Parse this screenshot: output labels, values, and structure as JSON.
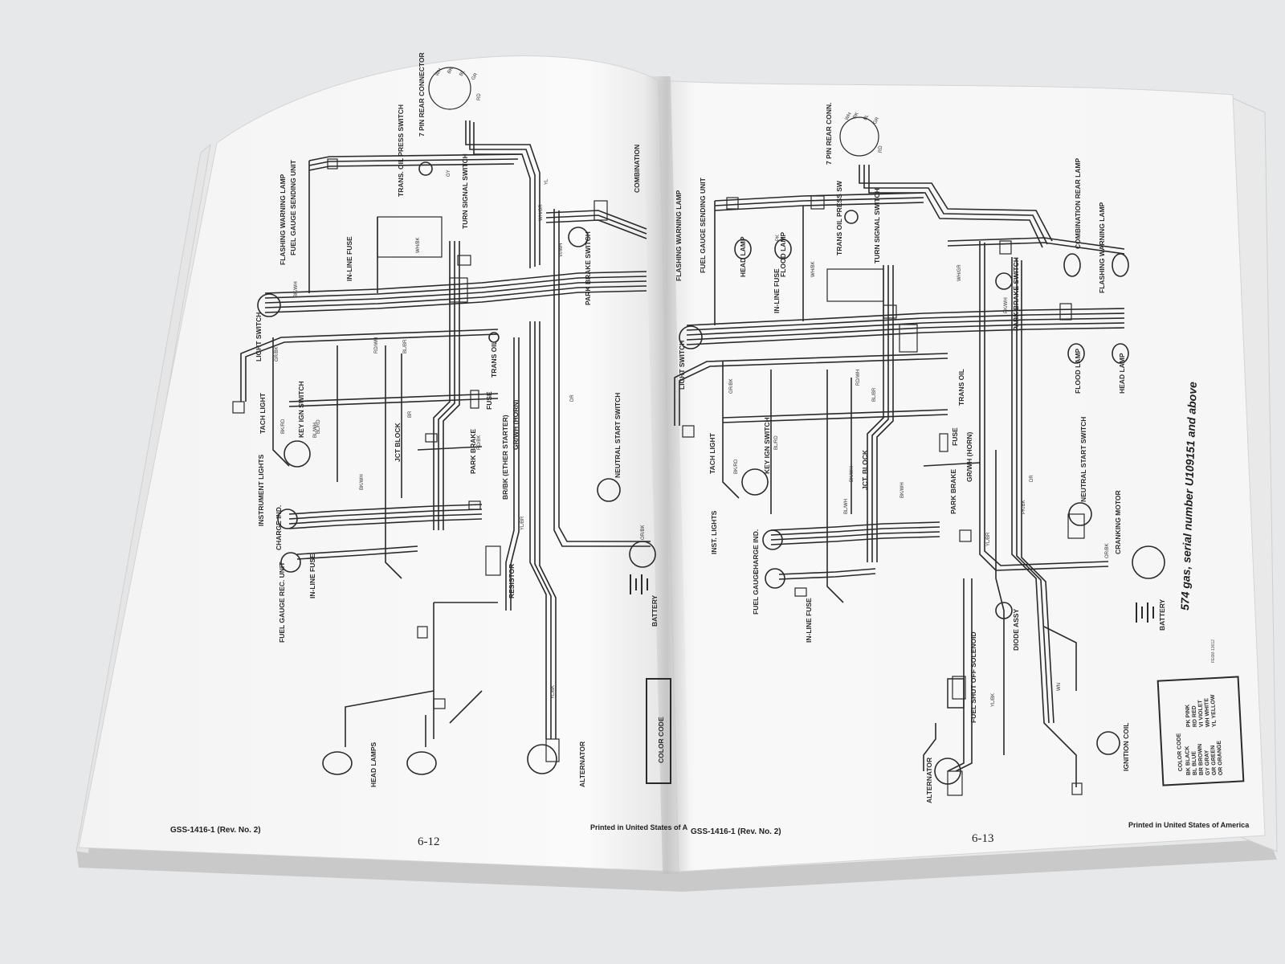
{
  "left_page": {
    "doc_code": "GSS-1416-1 (Rev. No. 2)",
    "page_number": "6-12",
    "printed": "Printed in United States of A",
    "labels": {
      "connector": "7 PIN REAR CONNECTOR",
      "flashing_lamp": "FLASHING WARNING LAMP",
      "fuel_sending": "FUEL GAUGE SENDING UNIT",
      "trans_oil_sw": "TRANS. OIL PRESS SWITCH",
      "turn_signal": "TURN SIGNAL SWITCH",
      "inline_fuse_top": "IN-LINE FUSE",
      "combination": "COMBINATION",
      "park_brake_sw": "PARK BRAKE SWITCH",
      "light_switch": "LIGHT SWITCH",
      "trans_oil": "TRANS OIL",
      "tach_light": "TACH LIGHT",
      "key_ign": "KEY IGN SWITCH",
      "jct_block": "JCT BLOCK",
      "fuse": "FUSE",
      "horn": "GR/WH (HORN)",
      "ether": "BR/BK (ETHER STARTER)",
      "park_brake": "PARK BRAKE",
      "instrument_lights": "INSTRUMENT LIGHTS",
      "charge_ind": "CHARGE IND.",
      "neutral_start": "NEUTRAL START SWITCH",
      "resistor": "RESISTOR",
      "fuel_gauge_rec": "FUEL GAUGE REC. UNIT",
      "inline_fuse": "IN-LINE FUSE",
      "battery": "BATTERY",
      "head_lamps": "HEAD LAMPS",
      "alternator": "ALTERNATOR",
      "color_code": "COLOR CODE"
    },
    "wire_codes": [
      "WH",
      "BK",
      "BL",
      "GR",
      "RD",
      "YL",
      "GY",
      "BK/WH",
      "WH/GR",
      "WH/BK",
      "VI/WH",
      "BL/WH",
      "YL/BR",
      "BK/RD",
      "GR/BK",
      "RD/WH",
      "BL/BR",
      "BL/RD",
      "BK/WH",
      "RD/BK",
      "YL/BK",
      "OR/BK",
      "BR",
      "DR"
    ]
  },
  "right_page": {
    "doc_code": "GSS-1416-1 (Rev. No. 2)",
    "page_number": "6-13",
    "printed": "Printed in United States of America",
    "caption": "574 gas, serial number U109151 and above",
    "figure_code": "FE6M-13612",
    "labels": {
      "connector": "7 PIN REAR CONN.",
      "fuel_sending": "FUEL GAUGE SENDING UNIT",
      "flashing_lamp": "FLASHING WARNING LAMP",
      "head_lamp_top": "HEAD LAMP",
      "flood_lamp_top": "FLOOD LAMP",
      "trans_oil_sw": "TRANS OIL PRESS SW",
      "turn_signal": "TURN SIGNAL SWITCH",
      "combination": "COMBINATION REAR LAMP",
      "flashing_lamp_2": "FLASHING WARNING LAMP",
      "inline_fuse_top": "IN-LINE FUSE",
      "park_brake_sw": "PARK BRAKE SWITCH",
      "light_switch": "LIGHT SWITCH",
      "flood_lamp": "FLOOD LAMP",
      "head_lamp": "HEAD LAMP",
      "trans_oil": "TRANS OIL",
      "tach_light": "TACH LIGHT",
      "key_ign": "KEY IGN SWITCH",
      "jct_block": "JCT. BLOCK",
      "fuse": "FUSE",
      "horn": "GR/WH (HORN)",
      "park_brake": "PARK BRAKE",
      "inst_lights": "INST. LIGHTS",
      "neutral_start": "NEUTRAL START SWITCH",
      "cranking_motor": "CRANKING MOTOR",
      "charge_ind": "CHARGE IND.",
      "fuel_gauge": "FUEL GAUGE",
      "inline_fuse": "IN-LINE FUSE",
      "diode_assy": "DIODE ASSY",
      "battery": "BATTERY",
      "fuel_shutoff": "FUEL SHUT OFF SOLENOID",
      "ignition_coil": "IGNITION COIL",
      "alternator": "ALTERNATOR"
    },
    "color_code": {
      "title": "COLOR CODE",
      "entries": [
        "BK BLACK",
        "BL BLUE",
        "BR BROWN",
        "GY GRAY",
        "GR GREEN",
        "OR ORANGE",
        "PK PINK",
        "RD RED",
        "VI VIOLET",
        "WH WHITE",
        "YL YELLOW"
      ]
    },
    "wire_codes": [
      "WH",
      "BK",
      "BL",
      "GR",
      "RD",
      "PK",
      "YL/BK",
      "YL/BR",
      "BK/WH",
      "WH/GR",
      "WH/BK",
      "BL/WH",
      "BL/BR",
      "BL/RD",
      "BK/RD",
      "GR/BK",
      "RD/WH",
      "OR/BK",
      "PK/BK",
      "PK/WH",
      "BK/WH",
      "DR",
      "WN"
    ]
  },
  "colors": {
    "background": "#e7e8ea",
    "paper": "#fbfbfb",
    "ink": "#2a2a2a"
  }
}
